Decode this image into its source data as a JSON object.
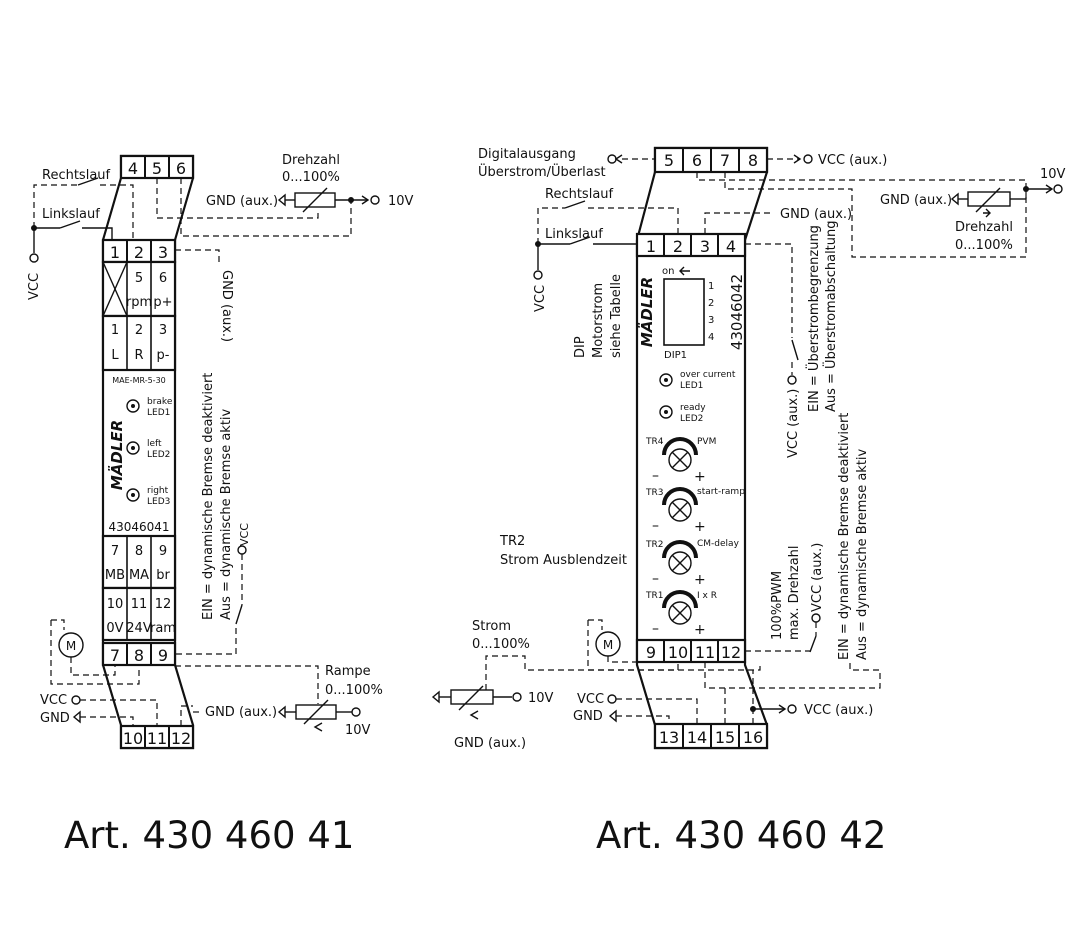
{
  "left_module": {
    "caption": "Art. 430 460 41",
    "top_terminals": [
      "4",
      "5",
      "6"
    ],
    "upper_terminals": [
      "1",
      "2",
      "3"
    ],
    "dip_row_upper": [
      [
        "5",
        "rpm"
      ],
      [
        "6",
        "p+"
      ]
    ],
    "dip_row_lower": [
      [
        "1",
        "L"
      ],
      [
        "2",
        "R"
      ],
      [
        "3",
        "p-"
      ]
    ],
    "model_label": "MAE-MR-5-30",
    "brand": "MÄDLER",
    "led1_label": "brake",
    "led1_id": "LED1",
    "led2_label": "left",
    "led2_id": "LED2",
    "led3_label": "right",
    "led3_id": "LED3",
    "article_no": "43046041",
    "mid_row": [
      [
        "7",
        "MB"
      ],
      [
        "8",
        "MA"
      ],
      [
        "9",
        "br"
      ]
    ],
    "low_row": [
      [
        "10",
        "0V"
      ],
      [
        "11",
        "24V"
      ],
      [
        "12",
        "ram"
      ]
    ],
    "lower_terminals": [
      "7",
      "8",
      "9"
    ],
    "bottom_terminals": [
      "10",
      "11",
      "12"
    ],
    "rechtslauf": "Rechtslauf",
    "linkslauf": "Linkslauf",
    "vcc": "VCC",
    "drehzahl": "Drehzahl",
    "drehzahl_range": "0...100%",
    "gnd_aux": "GND (aux.)",
    "v10": "10V",
    "gnd_aux_vertical": "GND (aux.)",
    "brake_line1": "EIN = dynamische Bremse deaktiviert",
    "brake_line2": "Aus = dynamische Bremse aktiv",
    "vcc_brake": "VCC",
    "motor": "M",
    "rampe": "Rampe",
    "rampe_range": "0...100%",
    "gnd_aux_rampe": "GND (aux.)",
    "v10_rampe": "10V",
    "vcc_bottom": "VCC",
    "gnd_bottom": "GND"
  },
  "right_module": {
    "caption": "Art. 430 460 42",
    "top_terminals": [
      "5",
      "6",
      "7",
      "8"
    ],
    "upper_terminals": [
      "1",
      "2",
      "3",
      "4"
    ],
    "brand": "MÄDLER",
    "on_label": "on",
    "dip_numbers": [
      "1",
      "2",
      "3",
      "4"
    ],
    "dip_name": "DIP1",
    "article_no": "43046042",
    "led1_label": "over current",
    "led1_id": "LED1",
    "led2_label": "ready",
    "led2_id": "LED2",
    "pots": [
      {
        "id": "TR4",
        "name": "PVM"
      },
      {
        "id": "TR3",
        "name": "start-ramp"
      },
      {
        "id": "TR2",
        "name": "CM-delay"
      },
      {
        "id": "TR1",
        "name": "I x R"
      }
    ],
    "minus": "–",
    "plus": "+",
    "lower_terminals": [
      "9",
      "10",
      "11",
      "12"
    ],
    "bottom_terminals": [
      "13",
      "14",
      "15",
      "16"
    ],
    "digital_out_1": "Digitalausgang",
    "digital_out_2": "Überstrom/Überlast",
    "vcc_aux": "VCC (aux.)",
    "rechtslauf": "Rechtslauf",
    "linkslauf": "Linkslauf",
    "gnd_aux": "GND (aux.)",
    "vcc": "VCC",
    "v10": "10V",
    "gnd_aux_drehzahl": "GND (aux.)",
    "drehzahl": "Drehzahl",
    "drehzahl_range": "0...100%",
    "dip_1": "DIP",
    "dip_2": "Motorstrom",
    "dip_3": "siehe Tabelle",
    "overcurrent_1": "EIN = Überstrombegrenzung",
    "overcurrent_2": "Aus = Überstromabschaltung",
    "vcc_aux_vertical": "VCC (aux.)",
    "tr2_1": "TR2",
    "tr2_2": "Strom Ausblendzeit",
    "pwm_1": "100%PWM",
    "pwm_2": "max. Drehzahl",
    "pwm_vcc": "VCC (aux.)",
    "brake_1": "EIN = dynamische Bremse deaktiviert",
    "brake_2": "Aus = dynamische Bremse aktiv",
    "strom": "Strom",
    "strom_range": "0...100%",
    "v10_strom": "10V",
    "gnd_aux_strom": "GND (aux.)",
    "motor": "M",
    "vcc_bottom": "VCC",
    "gnd_bottom": "GND",
    "vcc_aux_bottom": "VCC (aux.)"
  }
}
